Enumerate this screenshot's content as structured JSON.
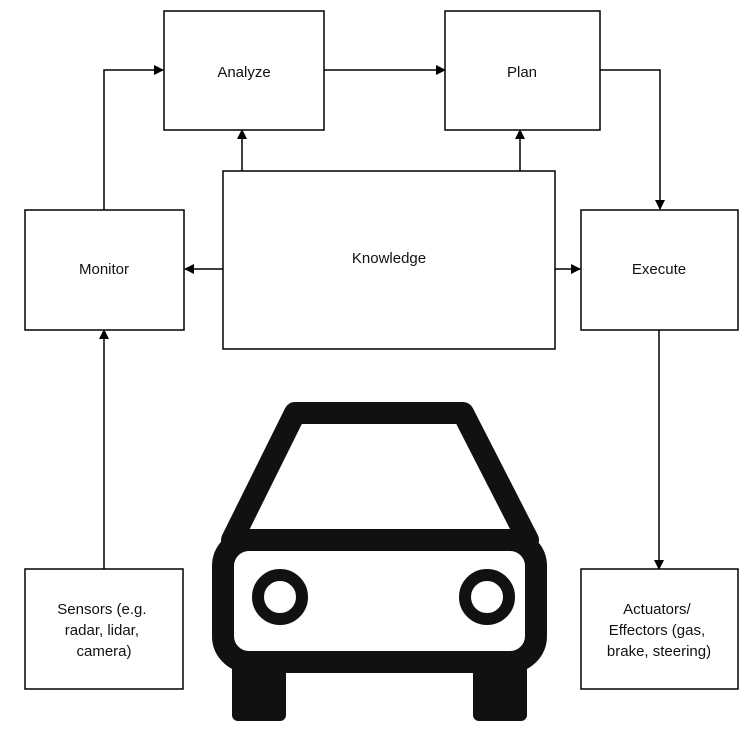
{
  "nodes": {
    "analyze": {
      "lines": [
        "Analyze"
      ]
    },
    "plan": {
      "lines": [
        "Plan"
      ]
    },
    "monitor": {
      "lines": [
        "Monitor"
      ]
    },
    "knowledge": {
      "lines": [
        "Knowledge"
      ]
    },
    "execute": {
      "lines": [
        "Execute"
      ]
    },
    "sensors": {
      "lines": [
        "Sensors (e.g.",
        "radar, lidar,",
        "camera)"
      ]
    },
    "actuators": {
      "lines": [
        "Actuators/",
        "Effectors (gas,",
        "brake, steering)"
      ]
    }
  },
  "edges": [
    {
      "from": "monitor",
      "to": "analyze"
    },
    {
      "from": "analyze",
      "to": "plan"
    },
    {
      "from": "plan",
      "to": "execute"
    },
    {
      "from": "knowledge",
      "to": "analyze"
    },
    {
      "from": "knowledge",
      "to": "plan"
    },
    {
      "from": "knowledge",
      "to": "monitor"
    },
    {
      "from": "knowledge",
      "to": "execute"
    },
    {
      "from": "sensors",
      "to": "monitor"
    },
    {
      "from": "execute",
      "to": "actuators"
    }
  ],
  "icons": {
    "vehicle": "car-icon"
  }
}
